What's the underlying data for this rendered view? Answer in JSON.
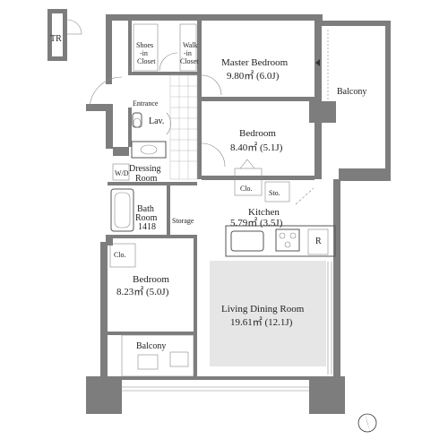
{
  "rooms": {
    "tr": "TR",
    "shoes": [
      "Shoes",
      "-in",
      "Closet"
    ],
    "walk": [
      "Walk",
      "-in",
      "Closet"
    ],
    "master": {
      "name": "Master Bedroom",
      "area": "9.80㎡ (6.0J)"
    },
    "balcony_east": "Balcony",
    "entrance": "Entrance",
    "lav": "Lav.",
    "bedroom2": {
      "name": "Bedroom",
      "area": "8.40㎡ (5.1J)"
    },
    "wd": "W/D",
    "dressing": [
      "Dressing",
      "Room"
    ],
    "clo_mid": "Clo.",
    "sto_mid": "Sto.",
    "bath": [
      "Bath",
      "Room",
      "1418"
    ],
    "storage": "Storage",
    "kitchen": {
      "name": "Kitchen",
      "area": "5.79㎡ (3.5J)"
    },
    "refrigerator": "R",
    "clo_low": "Clo.",
    "bedroom3": {
      "name": "Bedroom",
      "area": "8.23㎡ (5.0J)"
    },
    "living": {
      "name": "Living Dining Room",
      "area": "19.61㎡ (12.1J)"
    },
    "balcony_south": "Balcony"
  },
  "colors": {
    "wall": "#7d7d7d",
    "living_highlight": "#e6e6e6"
  },
  "icons": [
    "north-arrow-icon",
    "bathtub-icon",
    "stove-icon",
    "sink-icon",
    "toilet-icon",
    "washbasin-icon"
  ]
}
